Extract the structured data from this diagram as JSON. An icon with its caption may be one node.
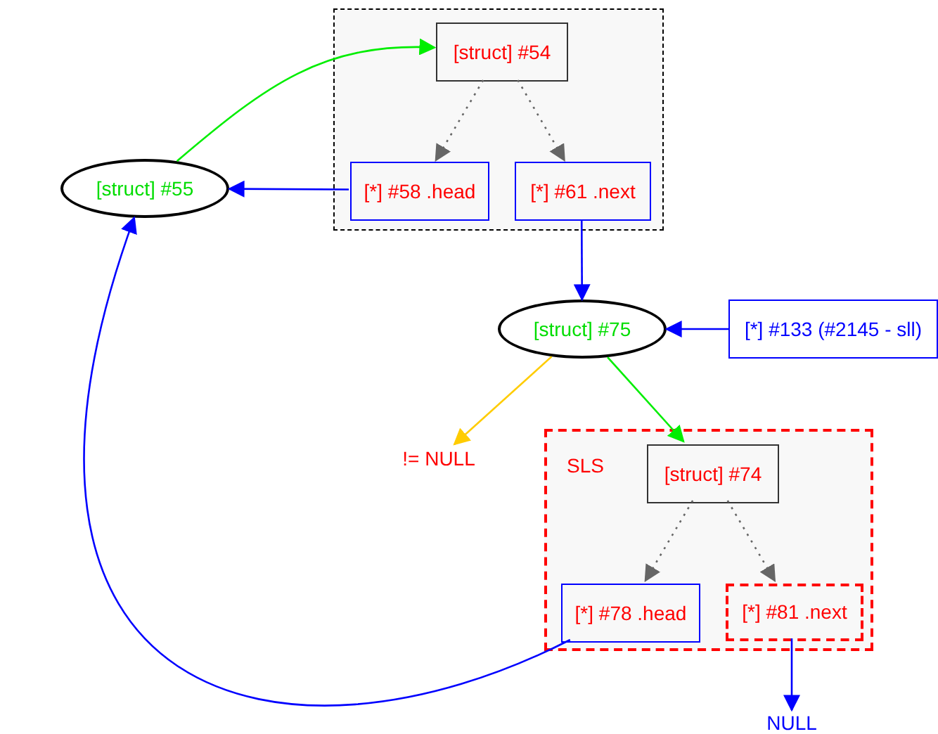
{
  "diagram": {
    "nodes": [
      {
        "text": [],
        "shape": "box"
      },
      {
        "text": [
          "[struct] #54"
        ],
        "in": 0
      },
      {
        "text": [
          "[*] #58 .head"
        ],
        "in": 0
      },
      {
        "text": [
          "[*] #61 .next"
        ],
        "in": 0
      },
      {
        "text": [
          "[struct] #55"
        ]
      },
      {
        "text": [
          "[struct] #75"
        ]
      },
      {
        "text": [
          "[*] #133 (#2145 - sll)"
        ]
      },
      {
        "text": [
          "!= NULL"
        ]
      },
      {
        "text": [
          "SLS"
        ]
      },
      {
        "text": [
          "[struct] #74"
        ],
        "in": 8
      },
      {
        "text": [
          "[*] #78 .head"
        ],
        "in": 8
      },
      {
        "text": [
          "[*] #81 .next"
        ],
        "in": 8
      },
      {
        "text": [
          "NULL"
        ]
      }
    ],
    "edges": [
      {
        "from": 4,
        "to": 1,
        "arrow": "to",
        "color": "#00ee00"
      },
      {
        "from": 1,
        "to": 2,
        "arrow": "to",
        "style": "dashed",
        "color": "#666666"
      },
      {
        "from": 1,
        "to": 3,
        "arrow": "to",
        "style": "dashed",
        "color": "#666666"
      },
      {
        "from": 2,
        "to": 4,
        "arrow": "to",
        "color": "#0000ff"
      },
      {
        "from": 3,
        "to": 5,
        "arrow": "to",
        "color": "#0000ff"
      },
      {
        "from": 6,
        "to": 5,
        "arrow": "to",
        "color": "#0000ff"
      },
      {
        "from": 5,
        "to": 7,
        "arrow": "to",
        "color": "#ffcc00"
      },
      {
        "from": 5,
        "to": 9,
        "arrow": "to",
        "color": "#00ee00"
      },
      {
        "from": 9,
        "to": 10,
        "arrow": "to",
        "style": "dashed",
        "color": "#666666"
      },
      {
        "from": 9,
        "to": 11,
        "arrow": "to",
        "style": "dashed",
        "color": "#666666"
      },
      {
        "from": 10,
        "to": 4,
        "arrow": "to",
        "color": "#0000ff"
      },
      {
        "from": 11,
        "to": 12,
        "arrow": "to",
        "color": "#0000ff"
      }
    ]
  }
}
